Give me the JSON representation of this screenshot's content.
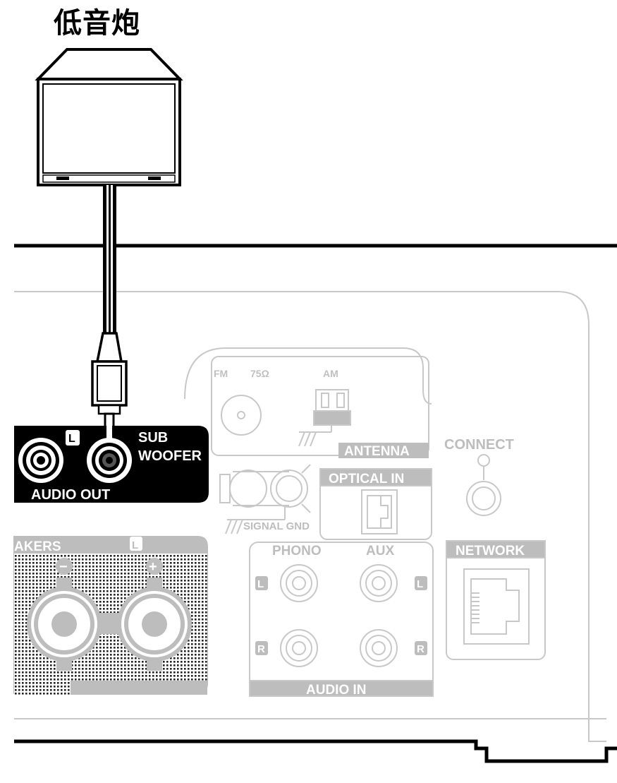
{
  "title": "低音炮",
  "labels": {
    "fm": "FM",
    "ohm": "75Ω",
    "am": "AM",
    "antenna": "ANTENNA",
    "connect": "CONNECT",
    "optical_in": "OPTICAL IN",
    "signal_gnd": "SIGNAL GND",
    "network": "NETWORK",
    "phono": "PHONO",
    "aux": "AUX",
    "audio_in": "AUDIO IN",
    "speakers": "AKERS",
    "sub": "SUB",
    "woofer": "WOOFER",
    "audio_out": "AUDIO OUT",
    "left": "L",
    "right": "R",
    "minus": "−",
    "plus": "+"
  },
  "colors": {
    "ink": "#000000",
    "panel_gray": "#bdbdbd",
    "light_gray": "#c8c8c8",
    "white": "#ffffff"
  }
}
